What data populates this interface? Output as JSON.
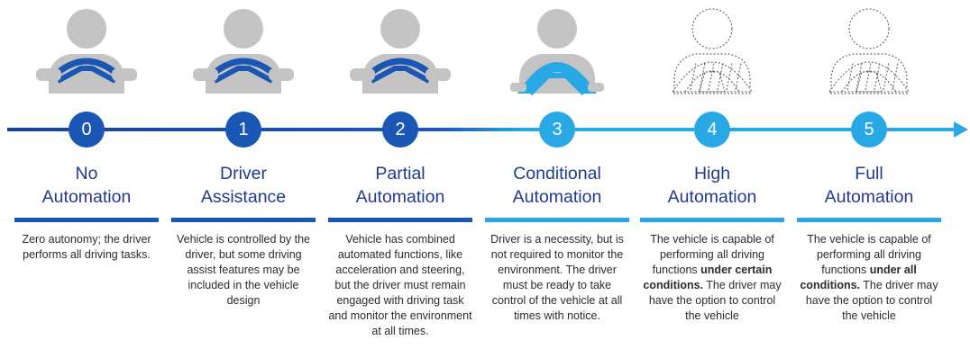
{
  "colors": {
    "dark_blue": "#1a56b4",
    "light_blue": "#29a8e6",
    "gray": "#c4c4c4",
    "title_text": "#1f3a93"
  },
  "levels": [
    {
      "number": "0",
      "name_line1": "No",
      "name_line2": "Automation",
      "description": [
        {
          "text": "Zero autonomy; the driver performs all driving tasks.",
          "bold": false
        }
      ],
      "icon": "driver-steering-wheel-icon",
      "icon_style": "filled-gray"
    },
    {
      "number": "1",
      "name_line1": "Driver",
      "name_line2": "Assistance",
      "description": [
        {
          "text": "Vehicle is controlled by the driver, but some driving assist features may be included in the vehicle design",
          "bold": false
        }
      ],
      "icon": "driver-steering-wheel-icon",
      "icon_style": "filled-gray"
    },
    {
      "number": "2",
      "name_line1": "Partial",
      "name_line2": "Automation",
      "description": [
        {
          "text": "Vehicle has combined automated functions, like acceleration and steering, but the driver must remain engaged with driving task and monitor the environment at all times.",
          "bold": false
        }
      ],
      "icon": "driver-steering-wheel-icon",
      "icon_style": "filled-gray"
    },
    {
      "number": "3",
      "name_line1": "Conditional",
      "name_line2": "Automation",
      "description": [
        {
          "text": "Driver is a necessity, but is not required to monitor the environment. The driver must be ready to take control of the vehicle at all times with notice.",
          "bold": false
        }
      ],
      "icon": "driver-steering-wheel-icon",
      "icon_style": "filled-gray-hands-off"
    },
    {
      "number": "4",
      "name_line1": "High",
      "name_line2": "Automation",
      "description": [
        {
          "text": "The vehicle is capable of performing all driving functions ",
          "bold": false
        },
        {
          "text": "under certain conditions.",
          "bold": true
        },
        {
          "text": " The driver may have the option to control the vehicle",
          "bold": false
        }
      ],
      "icon": "driver-steering-wheel-outline-icon",
      "icon_style": "outline"
    },
    {
      "number": "5",
      "name_line1": "Full",
      "name_line2": "Automation",
      "description": [
        {
          "text": "The vehicle is capable of performing all driving functions ",
          "bold": false
        },
        {
          "text": "under all conditions.",
          "bold": true
        },
        {
          "text": " The driver may have the option to control the vehicle",
          "bold": false
        }
      ],
      "icon": "driver-steering-wheel-outline-icon",
      "icon_style": "outline"
    }
  ]
}
